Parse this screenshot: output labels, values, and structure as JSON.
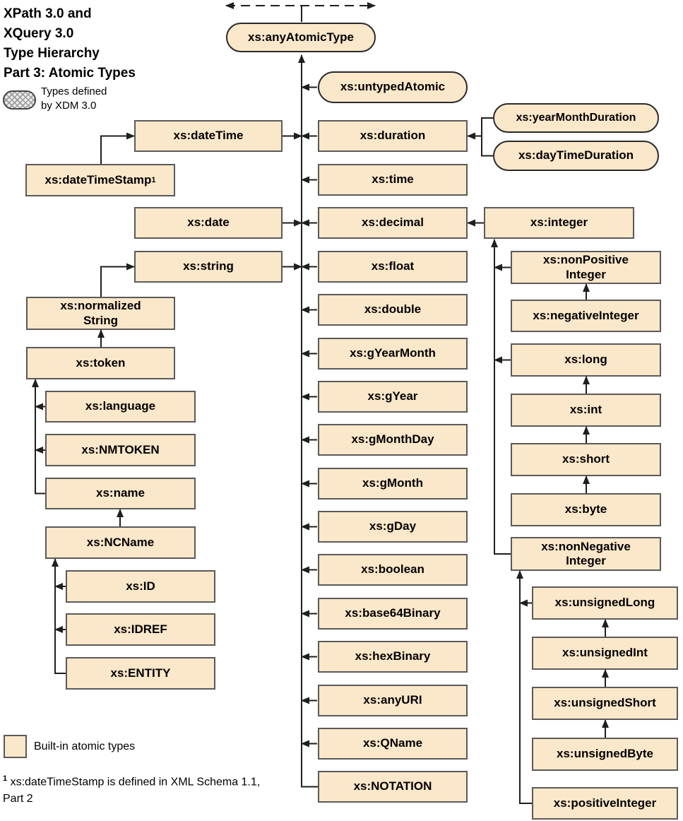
{
  "title": "XPath 3.0 and\nXQuery 3.0\nType Hierarchy\nPart 3: Atomic Types",
  "legend": {
    "xdm_label": "Types defined\nby XDM 3.0",
    "builtin_label": "Built-in atomic types"
  },
  "footnote": {
    "sup": "1",
    "line1": " xs:dateTimeStamp is defined in XML Schema 1.1,",
    "line2": "Part 2"
  },
  "colors": {
    "box_fill": "#FBE7C9",
    "rect_border": "#5a5a5a",
    "stadium_border": "#2a2a2a",
    "line": "#1f1f1f",
    "background": "#ffffff"
  },
  "nodes": {
    "anyAtomicType": "xs:anyAtomicType",
    "untypedAtomic": "xs:untypedAtomic",
    "duration": "xs:duration",
    "time": "xs:time",
    "decimal": "xs:decimal",
    "float": "xs:float",
    "double": "xs:double",
    "gYearMonth": "xs:gYearMonth",
    "gYear": "xs:gYear",
    "gMonthDay": "xs:gMonthDay",
    "gMonth": "xs:gMonth",
    "gDay": "xs:gDay",
    "boolean": "xs:boolean",
    "base64Binary": "xs:base64Binary",
    "hexBinary": "xs:hexBinary",
    "anyURI": "xs:anyURI",
    "qName": "xs:QName",
    "notation": "xs:NOTATION",
    "dateTime": "xs:dateTime",
    "dateTimeStamp": "xs:dateTimeStamp",
    "dateTimeStampSup": "1",
    "date": "xs:date",
    "string": "xs:string",
    "normalizedString": "xs:normalized\nString",
    "token": "xs:token",
    "language": "xs:language",
    "nmtoken": "xs:NMTOKEN",
    "name": "xs:name",
    "ncName": "xs:NCName",
    "id": "xs:ID",
    "idref": "xs:IDREF",
    "entity": "xs:ENTITY",
    "yearMonthDuration": "xs:yearMonthDuration",
    "dayTimeDuration": "xs:dayTimeDuration",
    "integer": "xs:integer",
    "nonPositiveInteger": "xs:nonPositive\nInteger",
    "negativeInteger": "xs:negativeInteger",
    "long": "xs:long",
    "int": "xs:int",
    "short": "xs:short",
    "byte": "xs:byte",
    "nonNegativeInteger": "xs:nonNegative\nInteger",
    "unsignedLong": "xs:unsignedLong",
    "unsignedInt": "xs:unsignedInt",
    "unsignedShort": "xs:unsignedShort",
    "unsignedByte": "xs:unsignedByte",
    "positiveInteger": "xs:positiveInteger"
  }
}
